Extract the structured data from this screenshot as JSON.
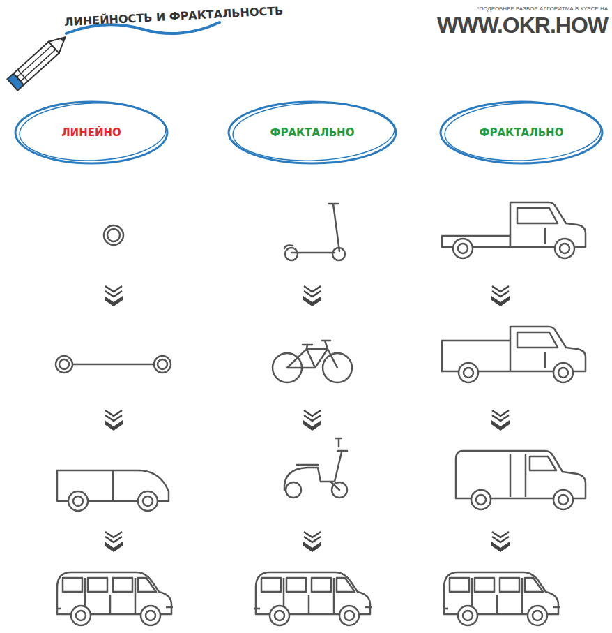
{
  "diagram": {
    "title": "ЛИНЕЙНОСТЬ И ФРАКТАЛЬНОСТЬ",
    "nodes": [
      {
        "text": [
          "ЛИНЕЙНО"
        ]
      },
      {
        "text": [
          "ФРАКТАЛЬНО"
        ]
      },
      {
        "text": [
          "ФРАКТАЛЬНО"
        ]
      }
    ],
    "labels": [
      "*ПОДРОБНЕЕ РАЗБОР АЛГОРИТМА В КУРСЕ НА",
      "WWW.OKR.HOW"
    ]
  }
}
